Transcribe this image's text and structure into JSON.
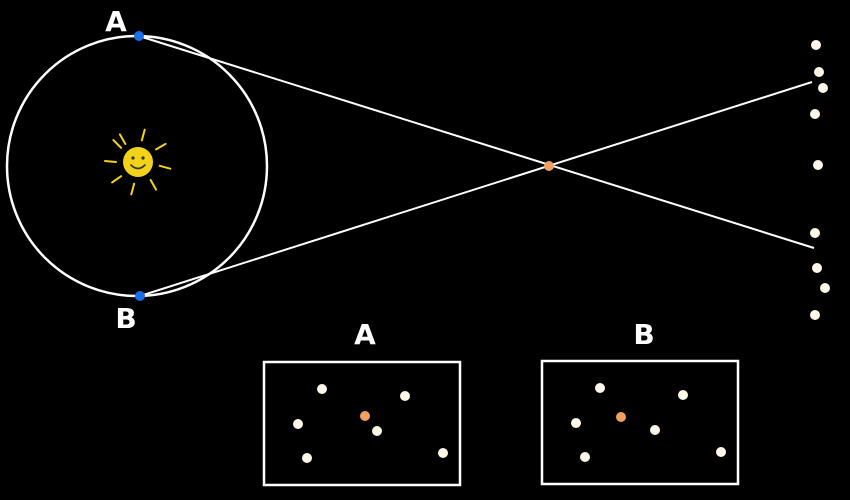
{
  "labels": {
    "point_a": "A",
    "point_b": "B",
    "view_a": "A",
    "view_b": "B"
  },
  "colors": {
    "background": "#000000",
    "line": "#ffffff",
    "observer": "#1a6ee8",
    "target_star": "#f0a060",
    "star": "#fff7e8",
    "sun": "#f2d21a"
  },
  "icons": {
    "sun": "smiling-sun-icon"
  }
}
